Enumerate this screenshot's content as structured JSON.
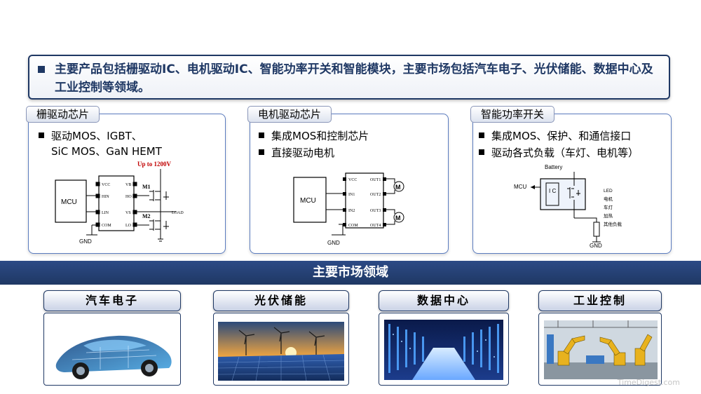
{
  "summary": {
    "text": "主要产品包括栅驱动IC、电机驱动IC、智能功率开关和智能模块，主要市场包括汽车电子、光伏储能、数据中心及工业控制等领域。"
  },
  "cards": [
    {
      "title": "栅驱动芯片",
      "items": [
        "驱动MOS、IGBT、",
        "SiC MOS、GaN HEMT"
      ],
      "diagram": {
        "voltage": "Up to 1200V",
        "mcu": "MCU",
        "gnd": "GND",
        "load": "LOAD",
        "m1": "M1",
        "m2": "M2",
        "pins_left": [
          "VCC",
          "HIN",
          "LIN",
          "COM"
        ],
        "pins_right": [
          "VB",
          "HO",
          "VS",
          "LO"
        ]
      }
    },
    {
      "title": "电机驱动芯片",
      "items": [
        "集成MOS和控制芯片",
        "直接驱动电机"
      ],
      "diagram": {
        "mcu": "MCU",
        "gnd": "GND",
        "motor": "M",
        "pins_left": [
          "VCC",
          "IN1",
          "IN2",
          "COM"
        ],
        "pins_right": [
          "OUT1",
          "OUT2",
          "OUT3",
          "OUT4"
        ]
      }
    },
    {
      "title": "智能功率开关",
      "items": [
        "集成MOS、保护、和通信接口",
        "驱动各式负载（车灯、电机等）"
      ],
      "diagram": {
        "battery": "Battery",
        "mcu": "MCU",
        "ic": "I C",
        "gnd": "GND",
        "loads": [
          "LED",
          "电机",
          "车灯",
          "加热",
          "其他负载"
        ]
      }
    }
  ],
  "band": {
    "title": "主要市场领域"
  },
  "markets": [
    {
      "label": "汽车电子",
      "image": "car-image"
    },
    {
      "label": "光伏储能",
      "image": "solar-wind-image"
    },
    {
      "label": "数据中心",
      "image": "datacenter-image"
    },
    {
      "label": "工业控制",
      "image": "industrial-robot-image"
    }
  ],
  "watermark": "TimeDigest.com",
  "colors": {
    "navy": "#1f3864",
    "border_blue": "#5b7cbf",
    "red": "#c00000"
  }
}
